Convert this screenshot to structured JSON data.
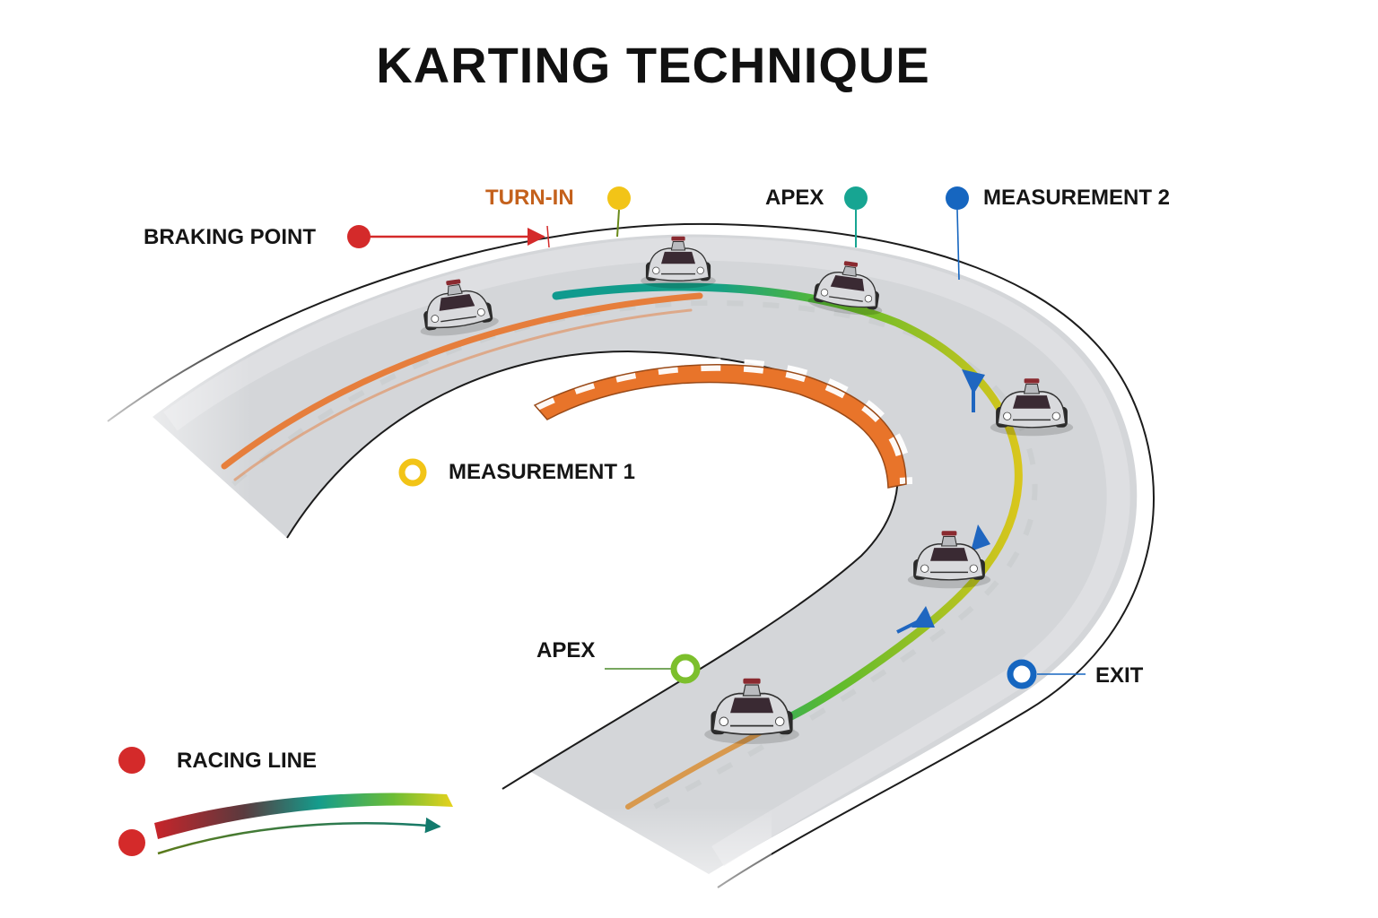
{
  "title": "KARTING TECHNIQUE",
  "labels": {
    "braking_point": "BRAKING POINT",
    "turn_in": "TURN-IN",
    "apex_top": "APEX",
    "measurement_2": "MEASUREMENT 2",
    "measurement_1": "MEASUREMENT 1",
    "apex_bottom": "APEX",
    "exit": "EXIT"
  },
  "legend": {
    "racing_line": "RACING LINE"
  },
  "colors": {
    "braking_point": "#d42a2a",
    "turn_in": "#f2c417",
    "turn_in_text": "#c4611c",
    "apex_top": "#17a592",
    "measurement_2": "#1666c0",
    "measurement_1": "#f2c417",
    "apex_bottom": "#7cbf2c",
    "exit": "#1666c0",
    "legend_dot": "#d42a2a",
    "track": "#d4d6d9",
    "curb_orange": "#e8742a"
  },
  "icons": {
    "kart": "go-kart-icon",
    "marker": "location-dot-icon",
    "ring": "ring-marker-icon",
    "arrow": "direction-arrow-icon"
  }
}
